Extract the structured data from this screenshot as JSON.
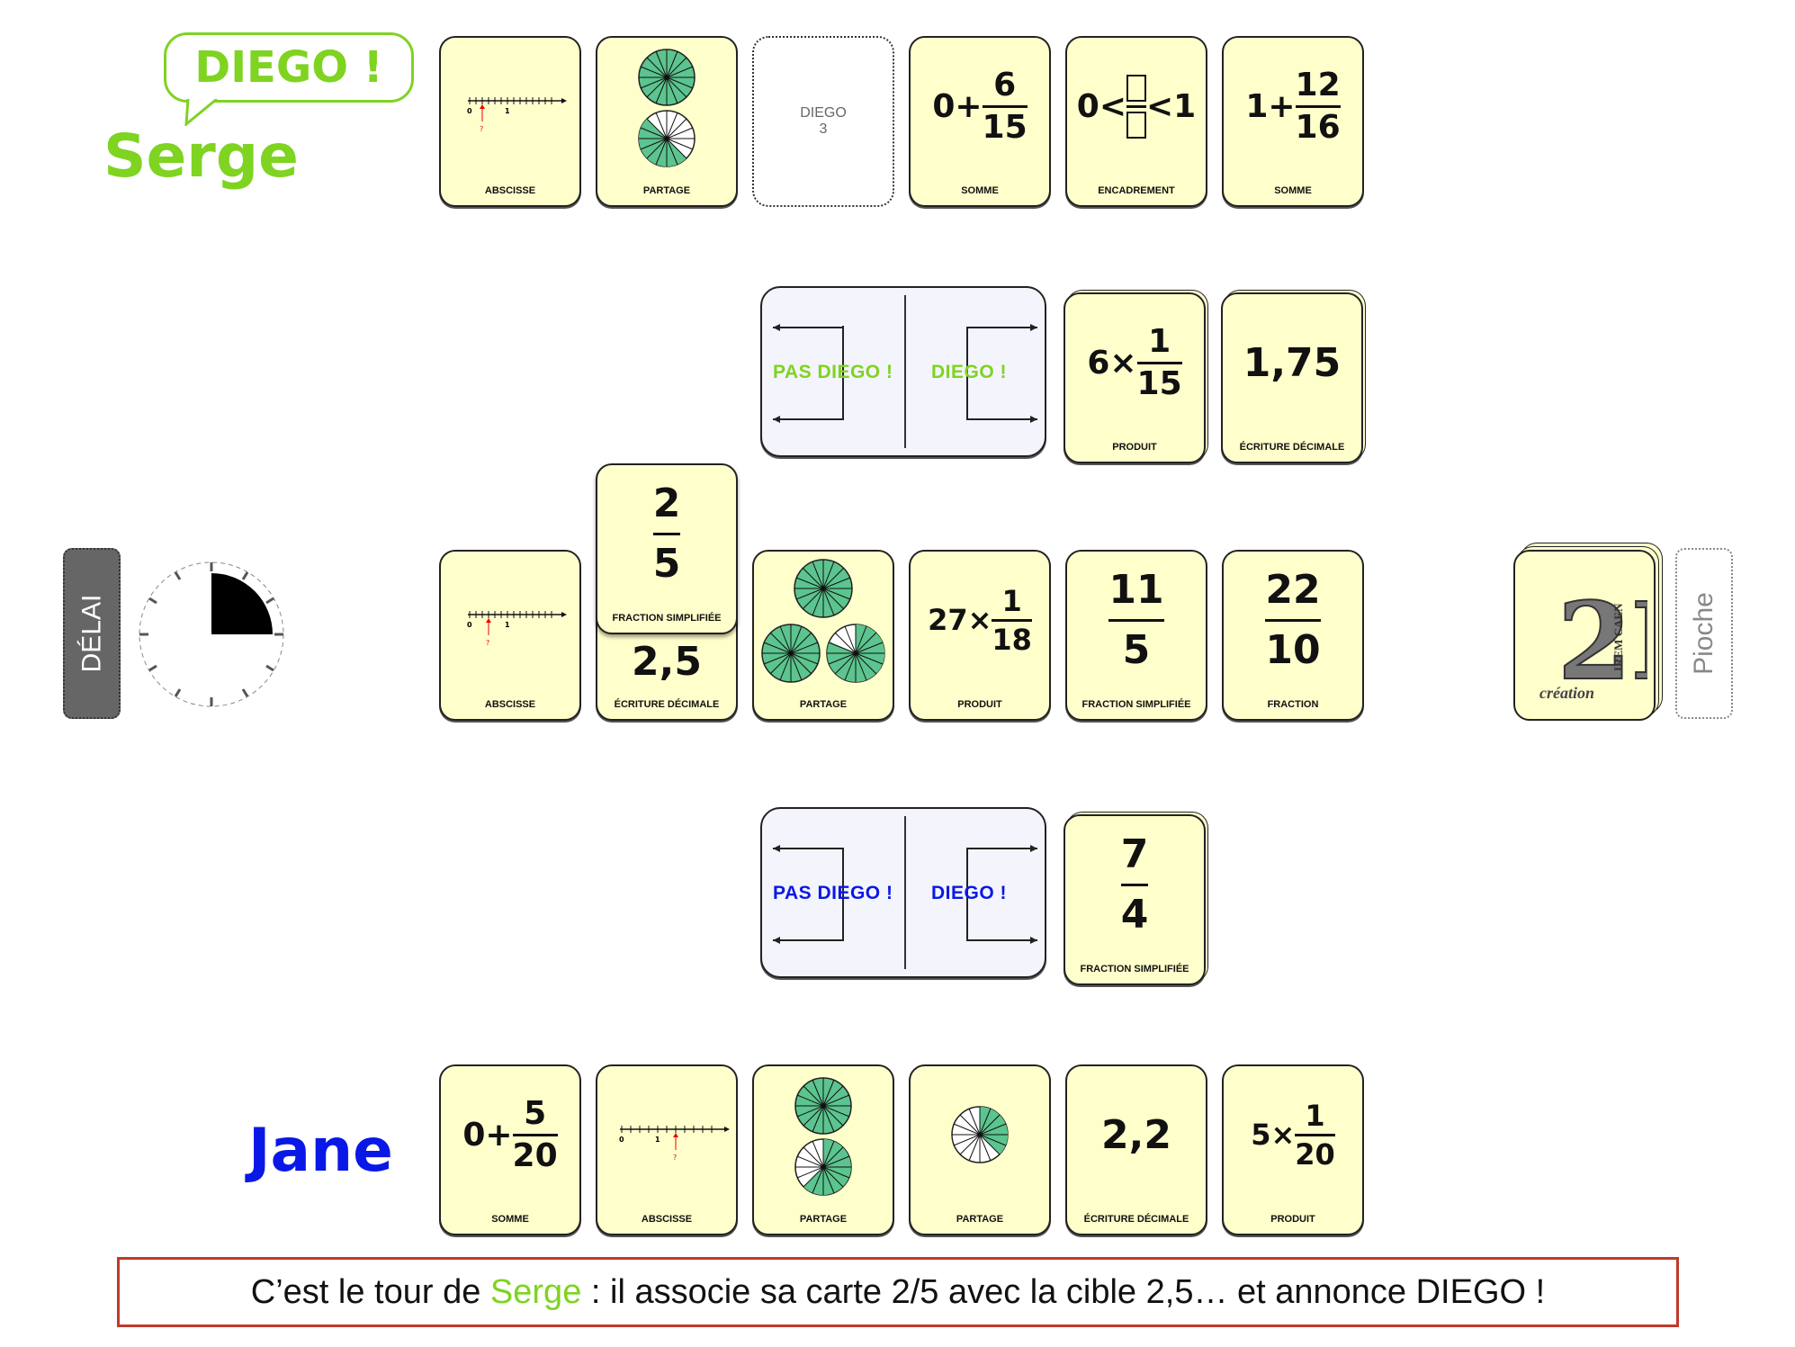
{
  "colors": {
    "serge": "#7fd321",
    "jane": "#0a18e6",
    "card_bg": "#ffffcc",
    "wheel_green": "#5cc48e",
    "status_border": "#c0392b"
  },
  "players": {
    "serge": {
      "name": "Serge",
      "speech": "DIEGO !"
    },
    "jane": {
      "name": "Jane"
    }
  },
  "serge_hand": {
    "c1": {
      "type": "ABSCISSE",
      "axis_zero": "0",
      "axis_one": "1",
      "marker": "?"
    },
    "c2": {
      "type": "PARTAGE"
    },
    "c3": {
      "line1": "DIEGO",
      "line2": "3"
    },
    "c4": {
      "prefix": "0+",
      "num": "6",
      "den": "15",
      "type": "SOMME"
    },
    "c5": {
      "left": "0<",
      "right": "<1",
      "type": "ENCADREMENT"
    },
    "c6": {
      "prefix": "1+",
      "num": "12",
      "den": "16",
      "type": "SOMME"
    }
  },
  "zone_serge": {
    "pas": "PAS DIEGO !",
    "diego": "DIEGO !"
  },
  "serge_pile": {
    "p1": {
      "prefix": "6×",
      "num": "1",
      "den": "15",
      "type": "PRODUIT"
    },
    "p2": {
      "value": "1,75",
      "type": "ÉCRITURE DÉCIMALE"
    }
  },
  "timer": {
    "label": "DÉLAI",
    "elapsed_fraction": 0.25
  },
  "played_card": {
    "num": "2",
    "den": "5",
    "type": "FRACTION SIMPLIFIÉE"
  },
  "targets": {
    "t1": {
      "type": "ABSCISSE",
      "axis_zero": "0",
      "axis_one": "1",
      "marker": "?"
    },
    "t2": {
      "value": "2,5",
      "type": "ÉCRITURE DÉCIMALE"
    },
    "t3": {
      "type": "PARTAGE"
    },
    "t4": {
      "prefix": "27×",
      "num": "1",
      "den": "18",
      "type": "PRODUIT"
    },
    "t5": {
      "num": "11",
      "den": "5",
      "type": "FRACTION SIMPLIFIÉE"
    },
    "t6": {
      "num": "22",
      "den": "10",
      "type": "FRACTION"
    }
  },
  "deck": {
    "logo_script": "création",
    "logo_side": "IREM CAEN",
    "logo_letters": "2M",
    "pioche_label": "Pioche"
  },
  "zone_jane": {
    "pas": "PAS DIEGO !",
    "diego": "DIEGO !"
  },
  "jane_pile": {
    "p1": {
      "num": "7",
      "den": "4",
      "type": "FRACTION SIMPLIFIÉE"
    }
  },
  "jane_hand": {
    "c1": {
      "prefix": "0+",
      "num": "5",
      "den": "20",
      "type": "SOMME"
    },
    "c2": {
      "type": "ABSCISSE",
      "axis_zero": "0",
      "axis_one": "1",
      "marker": "?"
    },
    "c3": {
      "type": "PARTAGE"
    },
    "c4": {
      "type": "PARTAGE"
    },
    "c5": {
      "value": "2,2",
      "type": "ÉCRITURE DÉCIMALE"
    },
    "c6": {
      "prefix": "5×",
      "num": "1",
      "den": "20",
      "type": "PRODUIT"
    }
  },
  "status": {
    "before": "C’est le tour de ",
    "name": "Serge",
    "after": " : il associe sa carte 2/5 avec la cible 2,5… et annonce DIEGO !"
  }
}
